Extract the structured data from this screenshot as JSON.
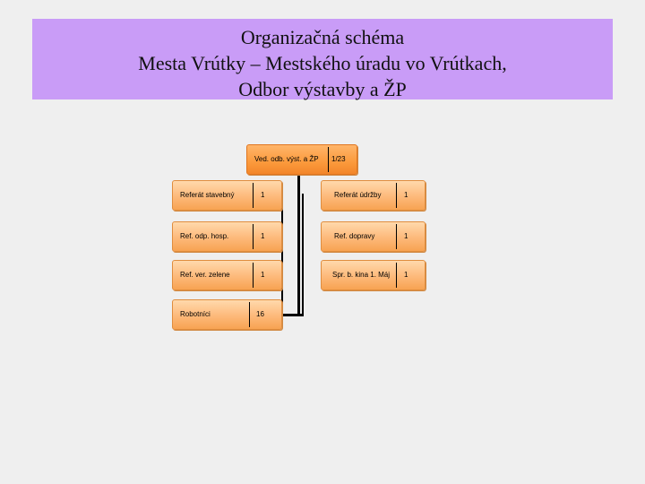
{
  "title": {
    "line1": "Organizačná schéma",
    "line2": "Mesta Vrútky – Mestského úradu vo Vrútkach,",
    "line3": "Odbor výstavby a ŽP"
  },
  "head": {
    "name": "Ved. odb. výst. a ŽP",
    "count": "1/23"
  },
  "left_units": [
    {
      "name": "Referát stavebný",
      "count": "1"
    },
    {
      "name": "Ref. odp. hosp.",
      "count": "1"
    },
    {
      "name": "Ref. ver. zelene",
      "count": "1"
    },
    {
      "name": "Robotníci",
      "count": "16"
    }
  ],
  "right_units": [
    {
      "name": "Referát údržby",
      "count": "1"
    },
    {
      "name": "Ref. dopravy",
      "count": "1"
    },
    {
      "name": "Spr. b. kina 1. Máj",
      "count": "1"
    }
  ],
  "colors": {
    "title_band": "#c99cf7",
    "box_fill": "#fdb97a",
    "head_fill": "#fb9a3c",
    "background": "#efefef"
  }
}
